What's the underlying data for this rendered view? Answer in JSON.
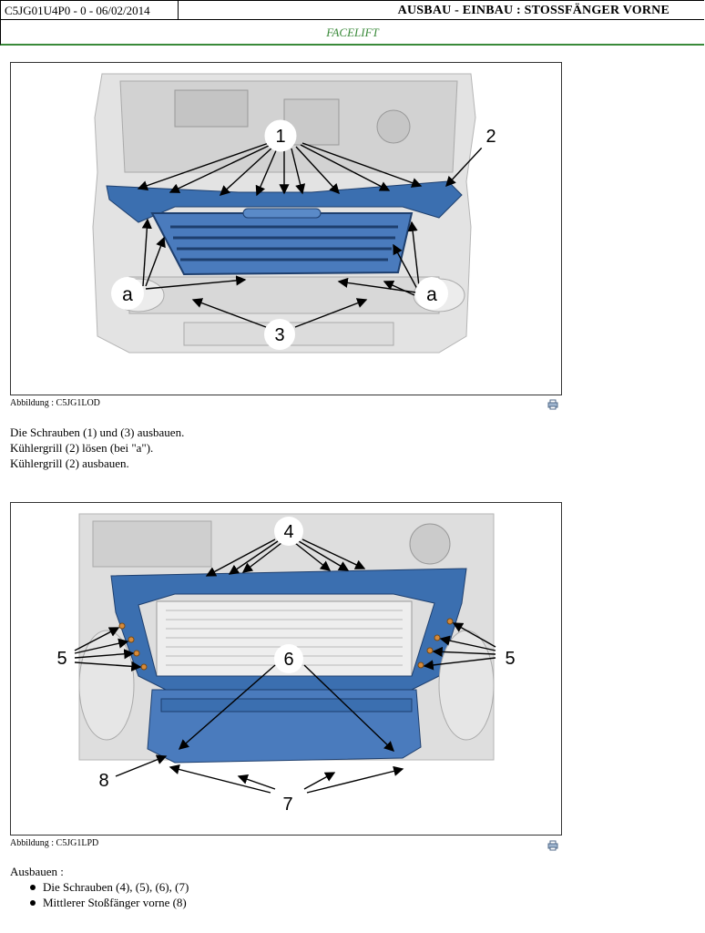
{
  "header": {
    "doc_id": "C5JG01U4P0 - 0 - 06/02/2014",
    "title": "AUSBAU - EINBAU : STOSSFÄNGER VORNE",
    "subtitle": "FACELIFT"
  },
  "figure1": {
    "caption": "Abbildung : C5JG1LOD",
    "callouts": {
      "c1": "1",
      "c2": "2",
      "c3": "3",
      "a_left": "a",
      "a_right": "a"
    }
  },
  "steps1": [
    "Die Schrauben (1) und (3) ausbauen.",
    "Kühlergrill (2) lösen (bei \"a\").",
    "Kühlergrill (2) ausbauen."
  ],
  "figure2": {
    "caption": "Abbildung : C5JG1LPD",
    "callouts": {
      "c4": "4",
      "c5_left": "5",
      "c5_right": "5",
      "c6": "6",
      "c7": "7",
      "c8": "8"
    }
  },
  "steps2": {
    "intro": "Ausbauen :",
    "items": [
      "Die Schrauben (4), (5), (6), (7)",
      "Mittlerer Stoßfänger vorne (8)"
    ]
  },
  "colors": {
    "accent_green": "#3a8a3a",
    "part_blue": "#3b6fb0"
  }
}
